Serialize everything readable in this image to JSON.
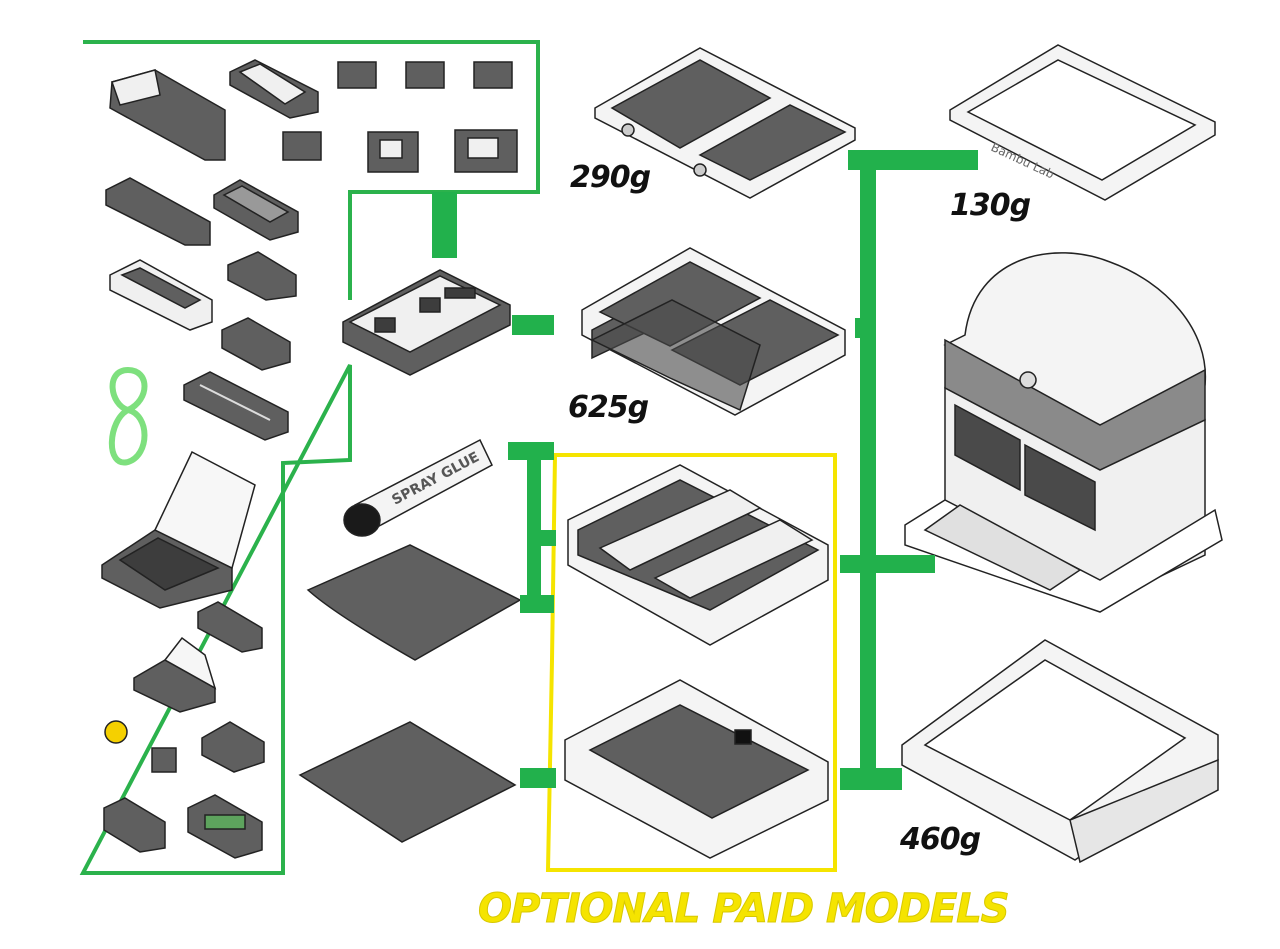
{
  "labels": {
    "weight_base_plate": "290g",
    "weight_lid_frame": "130g",
    "weight_drawer_tray": "625g",
    "weight_bed_frame": "460g",
    "optional_caption": "OPTIONAL PAID MODELS",
    "spray_glue_text": "SPRAY GLUE",
    "brand_text": "Bambu Lab"
  },
  "colors": {
    "green_outline": "#2bb24c",
    "green_connector": "#22b14c",
    "yellow_outline": "#f5e400",
    "caption_yellow": "#f5e400",
    "part_gray": "#5f5f5f",
    "part_light": "#f0f0f0",
    "outline": "#222222"
  }
}
